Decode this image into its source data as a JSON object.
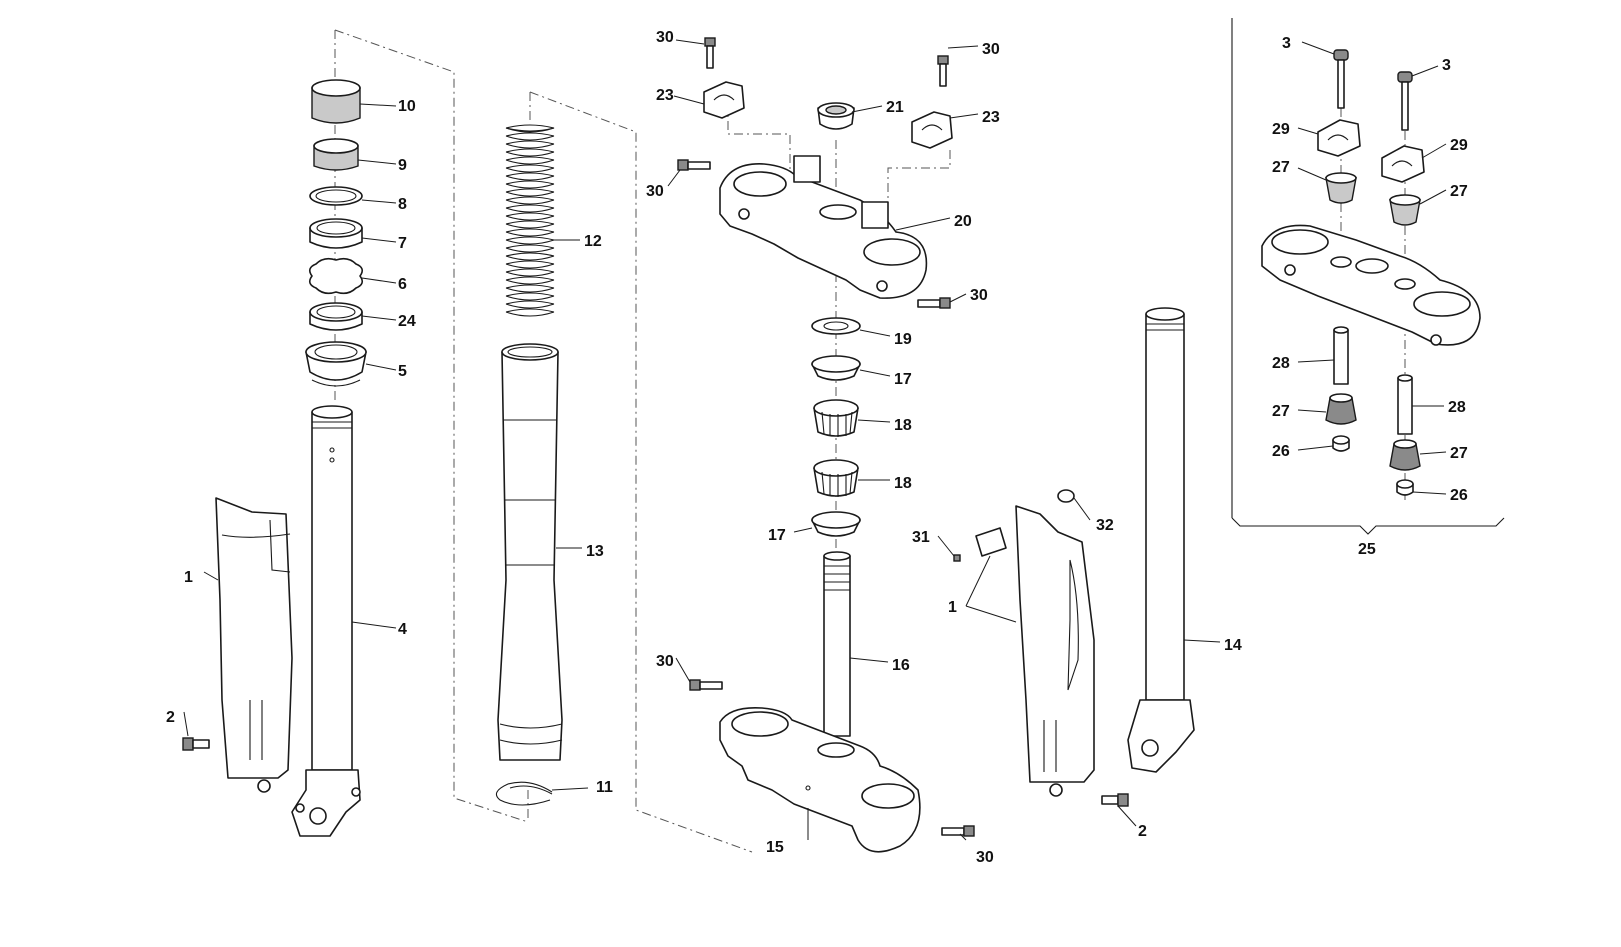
{
  "labels": {
    "l1a": "1",
    "l1b": "1",
    "l2a": "2",
    "l2b": "2",
    "l3a": "3",
    "l3b": "3",
    "l4": "4",
    "l5": "5",
    "l6": "6",
    "l7": "7",
    "l8": "8",
    "l9": "9",
    "l10": "10",
    "l11": "11",
    "l12": "12",
    "l13": "13",
    "l14": "14",
    "l15": "15",
    "l16": "16",
    "l17a": "17",
    "l17b": "17",
    "l18a": "18",
    "l18b": "18",
    "l19": "19",
    "l20": "20",
    "l21": "21",
    "l23a": "23",
    "l23b": "23",
    "l24": "24",
    "l25": "25",
    "l26a": "26",
    "l26b": "26",
    "l27a": "27",
    "l27b": "27",
    "l27c": "27",
    "l27d": "27",
    "l28a": "28",
    "l28b": "28",
    "l29a": "29",
    "l29b": "29",
    "l30a": "30",
    "l30b": "30",
    "l30c": "30",
    "l30d": "30",
    "l30e": "30",
    "l30f": "30",
    "l31": "31",
    "l32": "32"
  }
}
